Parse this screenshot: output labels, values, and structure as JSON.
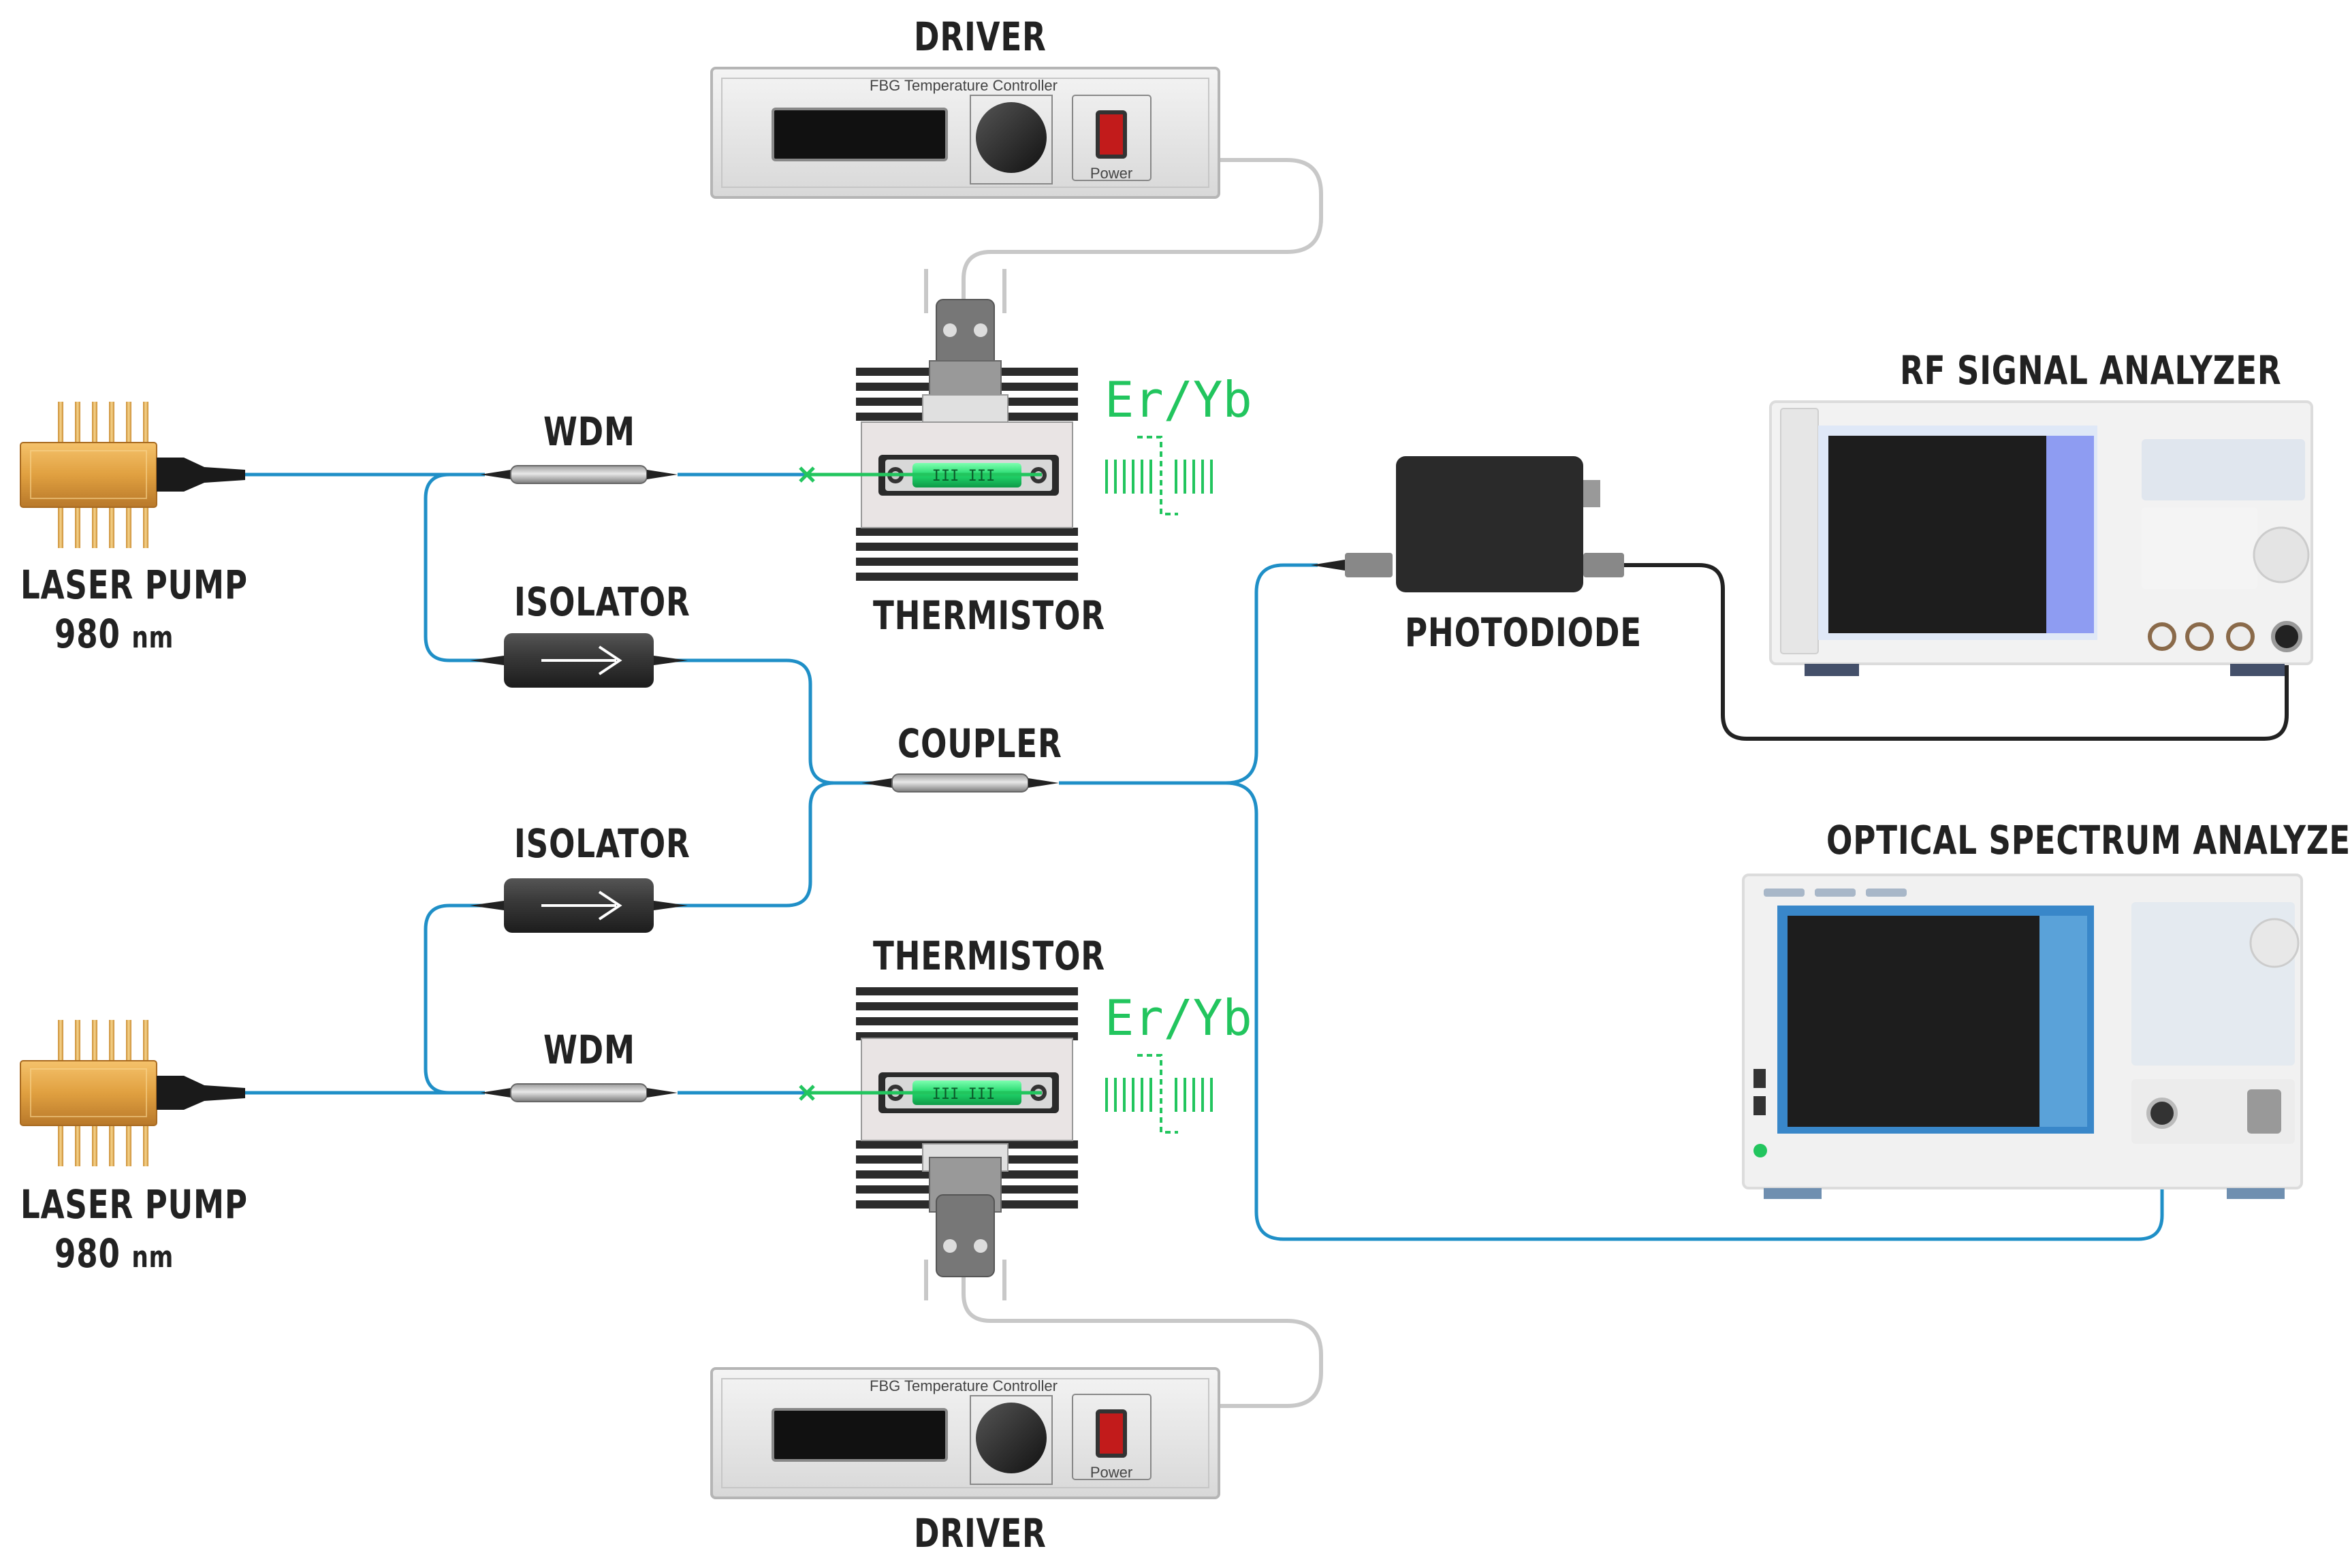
{
  "labels": {
    "driver_top": "DRIVER",
    "driver_bottom": "DRIVER",
    "laser_pump_top": "LASER PUMP",
    "laser_pump_top_wl": "980",
    "laser_pump_bottom": "LASER PUMP",
    "laser_pump_bottom_wl": "980",
    "wavelength_unit": "nm",
    "wdm_top": "WDM",
    "wdm_bottom": "WDM",
    "isolator_top": "ISOLATOR",
    "isolator_bottom": "ISOLATOR",
    "thermistor_top": "THERMISTOR",
    "thermistor_bottom": "THERMISTOR",
    "coupler": "COUPLER",
    "photodiode": "PHOTODIODE",
    "rf_analyzer": "RF SIGNAL ANALYZER",
    "osa": "OPTICAL SPECTRUM ANALYZER",
    "gain_top": "Er/Yb",
    "gain_bottom": "Er/Yb",
    "controller_title": "FBG Temperature Controller",
    "power_label": "Power"
  },
  "colors": {
    "fiber": "#1f8fc7",
    "gain": "#22c55e",
    "cable": "#cccccc",
    "rf_cable": "#222222"
  }
}
